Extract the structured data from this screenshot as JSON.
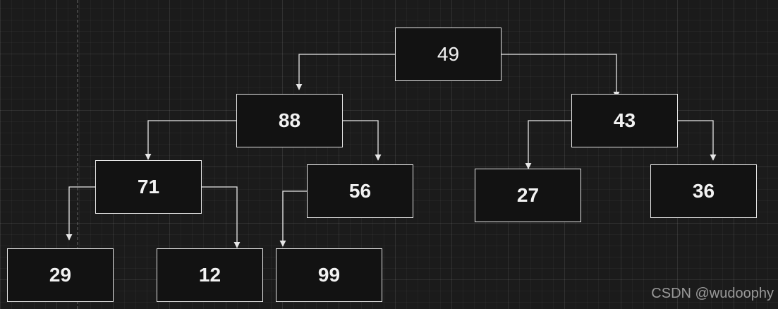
{
  "diagram": {
    "nodes": [
      {
        "id": "n49",
        "label": "49"
      },
      {
        "id": "n88",
        "label": "88"
      },
      {
        "id": "n43",
        "label": "43"
      },
      {
        "id": "n71",
        "label": "71"
      },
      {
        "id": "n56",
        "label": "56"
      },
      {
        "id": "n27",
        "label": "27"
      },
      {
        "id": "n36",
        "label": "36"
      },
      {
        "id": "n29",
        "label": "29"
      },
      {
        "id": "n12",
        "label": "12"
      },
      {
        "id": "n99",
        "label": "99"
      }
    ],
    "edges": [
      {
        "from": "n49",
        "to": "n88"
      },
      {
        "from": "n49",
        "to": "n43"
      },
      {
        "from": "n88",
        "to": "n71"
      },
      {
        "from": "n88",
        "to": "n56"
      },
      {
        "from": "n43",
        "to": "n27"
      },
      {
        "from": "n43",
        "to": "n36"
      },
      {
        "from": "n71",
        "to": "n29"
      },
      {
        "from": "n71",
        "to": "n12"
      },
      {
        "from": "n56",
        "to": "n99"
      }
    ],
    "colors": {
      "background": "#1b1b1b",
      "node_fill": "#121212",
      "stroke": "#e6e6e6",
      "text": "#f2f2f2"
    }
  },
  "watermark": "CSDN @wudoophy"
}
